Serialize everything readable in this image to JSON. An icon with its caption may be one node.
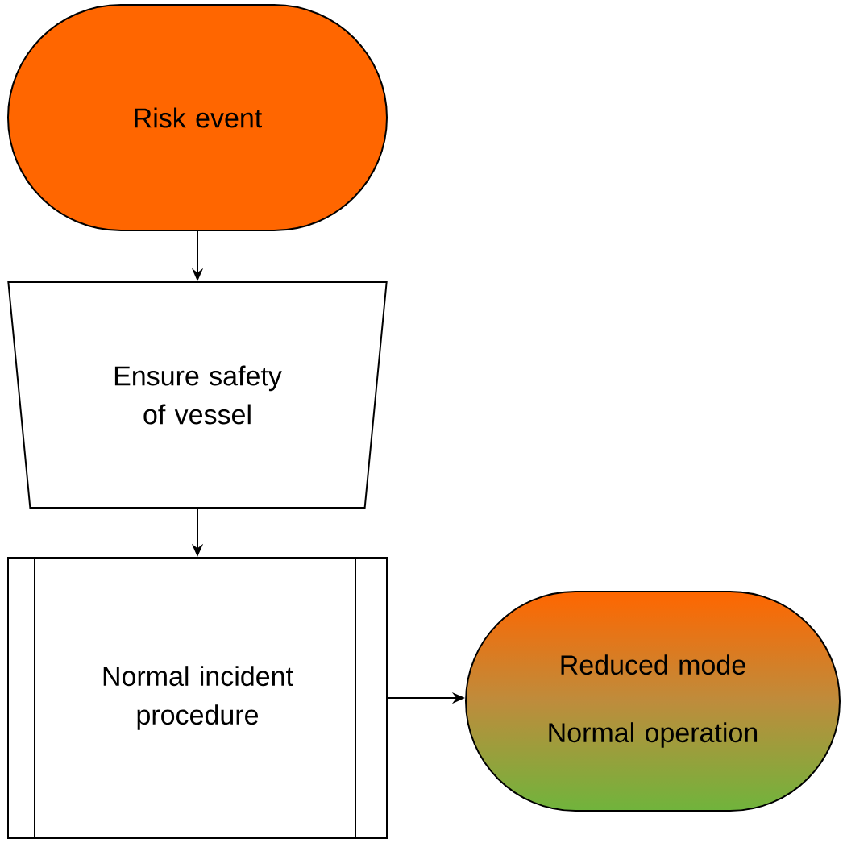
{
  "diagram": {
    "nodes": [
      {
        "text": [
          "Risk event"
        ]
      },
      {
        "text": [
          "Ensure safety of vessel"
        ]
      },
      {
        "text": [
          "Normal incident procedure"
        ]
      },
      {
        "text": [
          "Reduced mode",
          "Normal operation"
        ]
      }
    ],
    "edges": [
      {
        "from": 0,
        "to": 1,
        "arrow": "to"
      },
      {
        "from": 1,
        "to": 2,
        "arrow": "to"
      },
      {
        "from": 2,
        "to": 3,
        "arrow": "to"
      }
    ]
  }
}
